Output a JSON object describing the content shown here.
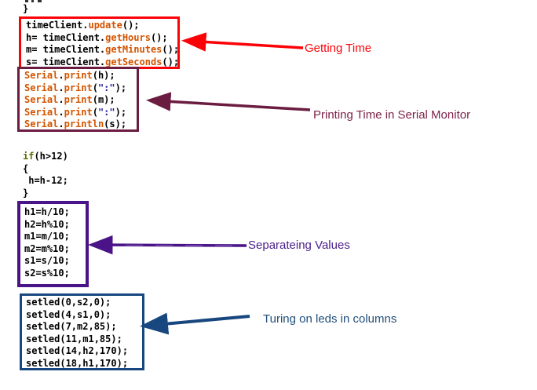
{
  "colors": {
    "code_plain": "#000000",
    "code_fn": "#d35400",
    "code_kw": "#5e6d03",
    "code_str": "#24248f",
    "red": "#fb0207",
    "maroon": "#6b1c41",
    "purple": "#4a1387",
    "blue": "#17477e"
  },
  "top": {
    "closing_brace": "}"
  },
  "code_blocks": {
    "getting_time": {
      "lines": [
        [
          {
            "t": "timeClient.",
            "c": "plain"
          },
          {
            "t": "update",
            "c": "fn"
          },
          {
            "t": "();",
            "c": "plain"
          }
        ],
        [
          {
            "t": "h= timeClient.",
            "c": "plain"
          },
          {
            "t": "getHours",
            "c": "fn"
          },
          {
            "t": "();",
            "c": "plain"
          }
        ],
        [
          {
            "t": "m= timeClient.",
            "c": "plain"
          },
          {
            "t": "getMinutes",
            "c": "fn"
          },
          {
            "t": "();",
            "c": "plain"
          }
        ],
        [
          {
            "t": "s= timeClient.",
            "c": "plain"
          },
          {
            "t": "getSeconds",
            "c": "fn"
          },
          {
            "t": "();",
            "c": "plain"
          }
        ]
      ]
    },
    "serial_print": {
      "lines": [
        [
          {
            "t": "Serial",
            "c": "fn"
          },
          {
            "t": ".",
            "c": "plain"
          },
          {
            "t": "print",
            "c": "fn"
          },
          {
            "t": "(h);",
            "c": "plain"
          }
        ],
        [
          {
            "t": "Serial",
            "c": "fn"
          },
          {
            "t": ".",
            "c": "plain"
          },
          {
            "t": "print",
            "c": "fn"
          },
          {
            "t": "(",
            "c": "plain"
          },
          {
            "t": "\":\"",
            "c": "str"
          },
          {
            "t": ");",
            "c": "plain"
          }
        ],
        [
          {
            "t": "Serial",
            "c": "fn"
          },
          {
            "t": ".",
            "c": "plain"
          },
          {
            "t": "print",
            "c": "fn"
          },
          {
            "t": "(m);",
            "c": "plain"
          }
        ],
        [
          {
            "t": "Serial",
            "c": "fn"
          },
          {
            "t": ".",
            "c": "plain"
          },
          {
            "t": "print",
            "c": "fn"
          },
          {
            "t": "(",
            "c": "plain"
          },
          {
            "t": "\":\"",
            "c": "str"
          },
          {
            "t": ");",
            "c": "plain"
          }
        ],
        [
          {
            "t": "Serial",
            "c": "fn"
          },
          {
            "t": ".",
            "c": "plain"
          },
          {
            "t": "println",
            "c": "fn"
          },
          {
            "t": "(s);",
            "c": "plain"
          }
        ]
      ]
    },
    "if_block": {
      "lines": [
        [
          {
            "t": "if",
            "c": "kw"
          },
          {
            "t": "(h>12)",
            "c": "plain"
          }
        ],
        [
          {
            "t": "{",
            "c": "plain"
          }
        ],
        [
          {
            "t": " h=h-12;",
            "c": "plain"
          }
        ],
        [
          {
            "t": "}",
            "c": "plain"
          }
        ]
      ]
    },
    "separating": {
      "lines": [
        [
          {
            "t": "h1=h/10;",
            "c": "plain"
          }
        ],
        [
          {
            "t": "h2=h%10;",
            "c": "plain"
          }
        ],
        [
          {
            "t": "m1=m/10;",
            "c": "plain"
          }
        ],
        [
          {
            "t": "m2=m%10;",
            "c": "plain"
          }
        ],
        [
          {
            "t": "s1=s/10;",
            "c": "plain"
          }
        ],
        [
          {
            "t": "s2=s%10;",
            "c": "plain"
          }
        ]
      ]
    },
    "setled": {
      "lines": [
        [
          {
            "t": "setled(0,s2,0);",
            "c": "plain"
          }
        ],
        [
          {
            "t": "setled(4,s1,0);",
            "c": "plain"
          }
        ],
        [
          {
            "t": "setled(7,m2,85);",
            "c": "plain"
          }
        ],
        [
          {
            "t": "setled(11,m1,85);",
            "c": "plain"
          }
        ],
        [
          {
            "t": "setled(14,h2,170);",
            "c": "plain"
          }
        ],
        [
          {
            "t": "setled(18,h1,170);",
            "c": "plain"
          }
        ]
      ]
    }
  },
  "annotations": {
    "getting_time": {
      "label": "Getting Time",
      "color": "#fb0207"
    },
    "printing_time": {
      "label": "Printing Time in Serial Monitor",
      "color": "#7d2248"
    },
    "separating_values": {
      "label": "Separateing Values",
      "color": "#4b1e8e"
    },
    "turning_leds": {
      "label": "Turing on leds in columns",
      "color": "#1f4e79"
    }
  }
}
